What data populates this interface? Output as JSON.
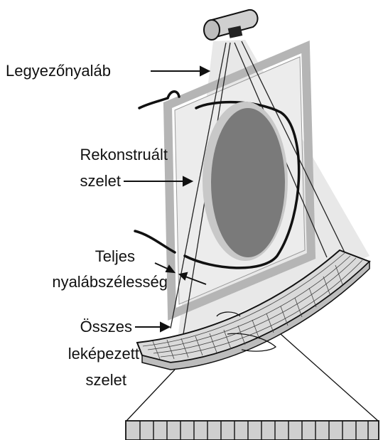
{
  "labels": {
    "fan_beam": "Legyezőnyaláb",
    "reconstructed_slice": {
      "line1": "Rekonstruált",
      "line2": "szelet"
    },
    "total_beam_width": {
      "line1": "Teljes",
      "line2": "nyalábszélesség"
    },
    "all_imaged_slices": {
      "line1": "Összes",
      "line2": "leképezett",
      "line3": "szelet"
    }
  },
  "colors": {
    "frame": "#b5b5b5",
    "frame_inner": "#ffffff",
    "beam": "#e6e6e6",
    "slice": "#7a7a7a",
    "slice_edge": "#c8c8c8",
    "detector": "#d9d9d9",
    "outline": "#111111"
  }
}
